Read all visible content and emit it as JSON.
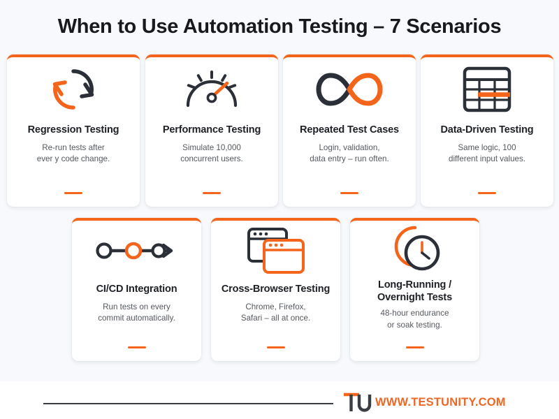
{
  "header": {
    "title": "When to Use Automation Testing – 7 Scenarios"
  },
  "theme": {
    "accent": "#f4641b",
    "dark": "#2b3038",
    "title_color": "#17191c",
    "body_color": "#55595f",
    "canvas": "#f7f9fc",
    "card_bg": "#ffffff",
    "url_color": "#ef6724"
  },
  "cards": [
    {
      "id": "regression-testing",
      "icon": "circular-refresh-icon",
      "title": "Regression Testing",
      "desc": "Re-run tests after\never y code change."
    },
    {
      "id": "performance-testing",
      "icon": "speedometer-gauge-icon",
      "title": "Performance Testing",
      "desc": "Simulate 10,000\nconcurrent users."
    },
    {
      "id": "repeated-test-cases",
      "icon": "infinity-icon",
      "title": "Repeated Test Cases",
      "desc": "Login, validation,\ndata entry – run often."
    },
    {
      "id": "data-driven-testing",
      "icon": "table-grid-icon",
      "title": "Data-Driven Testing",
      "desc": "Same logic, 100\ndifferent input values."
    },
    {
      "id": "ci-cd-integration",
      "icon": "pipeline-nodes-arrow-icon",
      "title": "CI/CD Integration",
      "desc": "Run tests on every\ncommit automatically."
    },
    {
      "id": "cross-browser-testing",
      "icon": "stacked-browser-windows-icon",
      "title": "Cross-Browser Testing",
      "desc": "Chrome, Firefox,\nSafari – all at once."
    },
    {
      "id": "long-running-overnight-tests",
      "icon": "moon-clock-icon",
      "title": "Long-Running /\nOvernight Tests",
      "desc": "48-hour endurance\nor soak testing."
    }
  ],
  "footer": {
    "logo_alt": "TU",
    "url": "WWW.TESTUNITY.COM"
  }
}
